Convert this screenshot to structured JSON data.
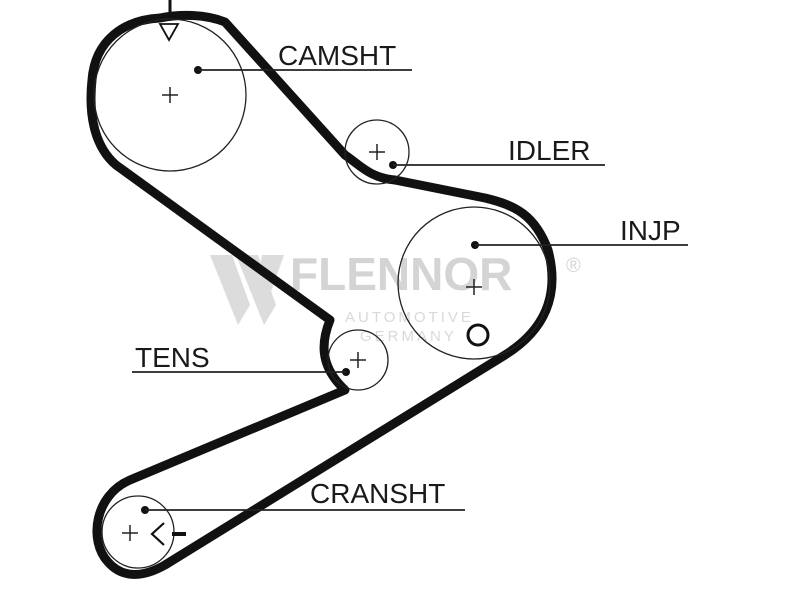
{
  "labels": {
    "camshaft": "CAMSHT",
    "idler": "IDLER",
    "injection_pump": "INJP",
    "tensioner": "TENS",
    "crankshaft": "CRANSHT"
  },
  "watermark": {
    "brand": "FLENNOR",
    "registered": "®",
    "line1": "AUTOMOTIVE",
    "line2": "GERMANY"
  },
  "colors": {
    "belt": "#111111",
    "pulley": "#222222",
    "watermark": "#d4d4d4"
  }
}
